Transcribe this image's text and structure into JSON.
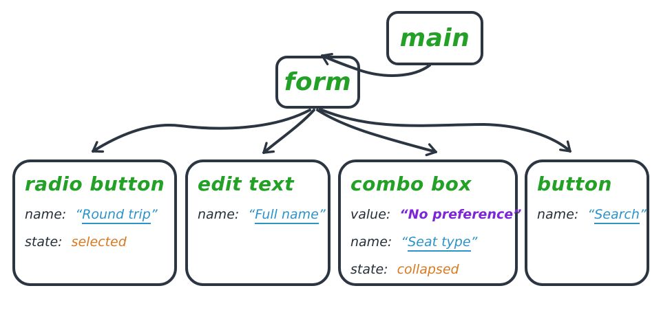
{
  "diagram": {
    "description": "accessibility tree diagram",
    "root_node": {
      "label": "main"
    },
    "form_node": {
      "label": "form"
    },
    "nodes": [
      {
        "title": "radio button",
        "rows": [
          {
            "label": "name:",
            "quote_open": "“",
            "value": "Round trip",
            "quote_close": "”"
          },
          {
            "label": "state:",
            "value": "selected"
          }
        ]
      },
      {
        "title": "edit text",
        "rows": [
          {
            "label": "name:",
            "quote_open": "“",
            "value": "Full name",
            "quote_close": "”"
          }
        ]
      },
      {
        "title": "combo box",
        "rows": [
          {
            "label": "value:",
            "quote_open": "“",
            "value": "No preference",
            "quote_close": "”"
          },
          {
            "label": "name:",
            "quote_open": "“",
            "value": "Seat type",
            "quote_close": "”"
          },
          {
            "label": "state:",
            "value": "collapsed"
          }
        ]
      },
      {
        "title": "button",
        "rows": [
          {
            "label": "name:",
            "quote_open": "“",
            "value": "Search",
            "quote_close": "”"
          }
        ]
      }
    ]
  },
  "colors": {
    "node_title_green": "#23a127",
    "name_value_blue": "#2b93c9",
    "combo_value_purple": "#7d26d8",
    "state_value_orange": "#d9791f",
    "outline_navy": "#2c3642",
    "attr_key_dark": "#242e38",
    "background": "#ffffff"
  }
}
